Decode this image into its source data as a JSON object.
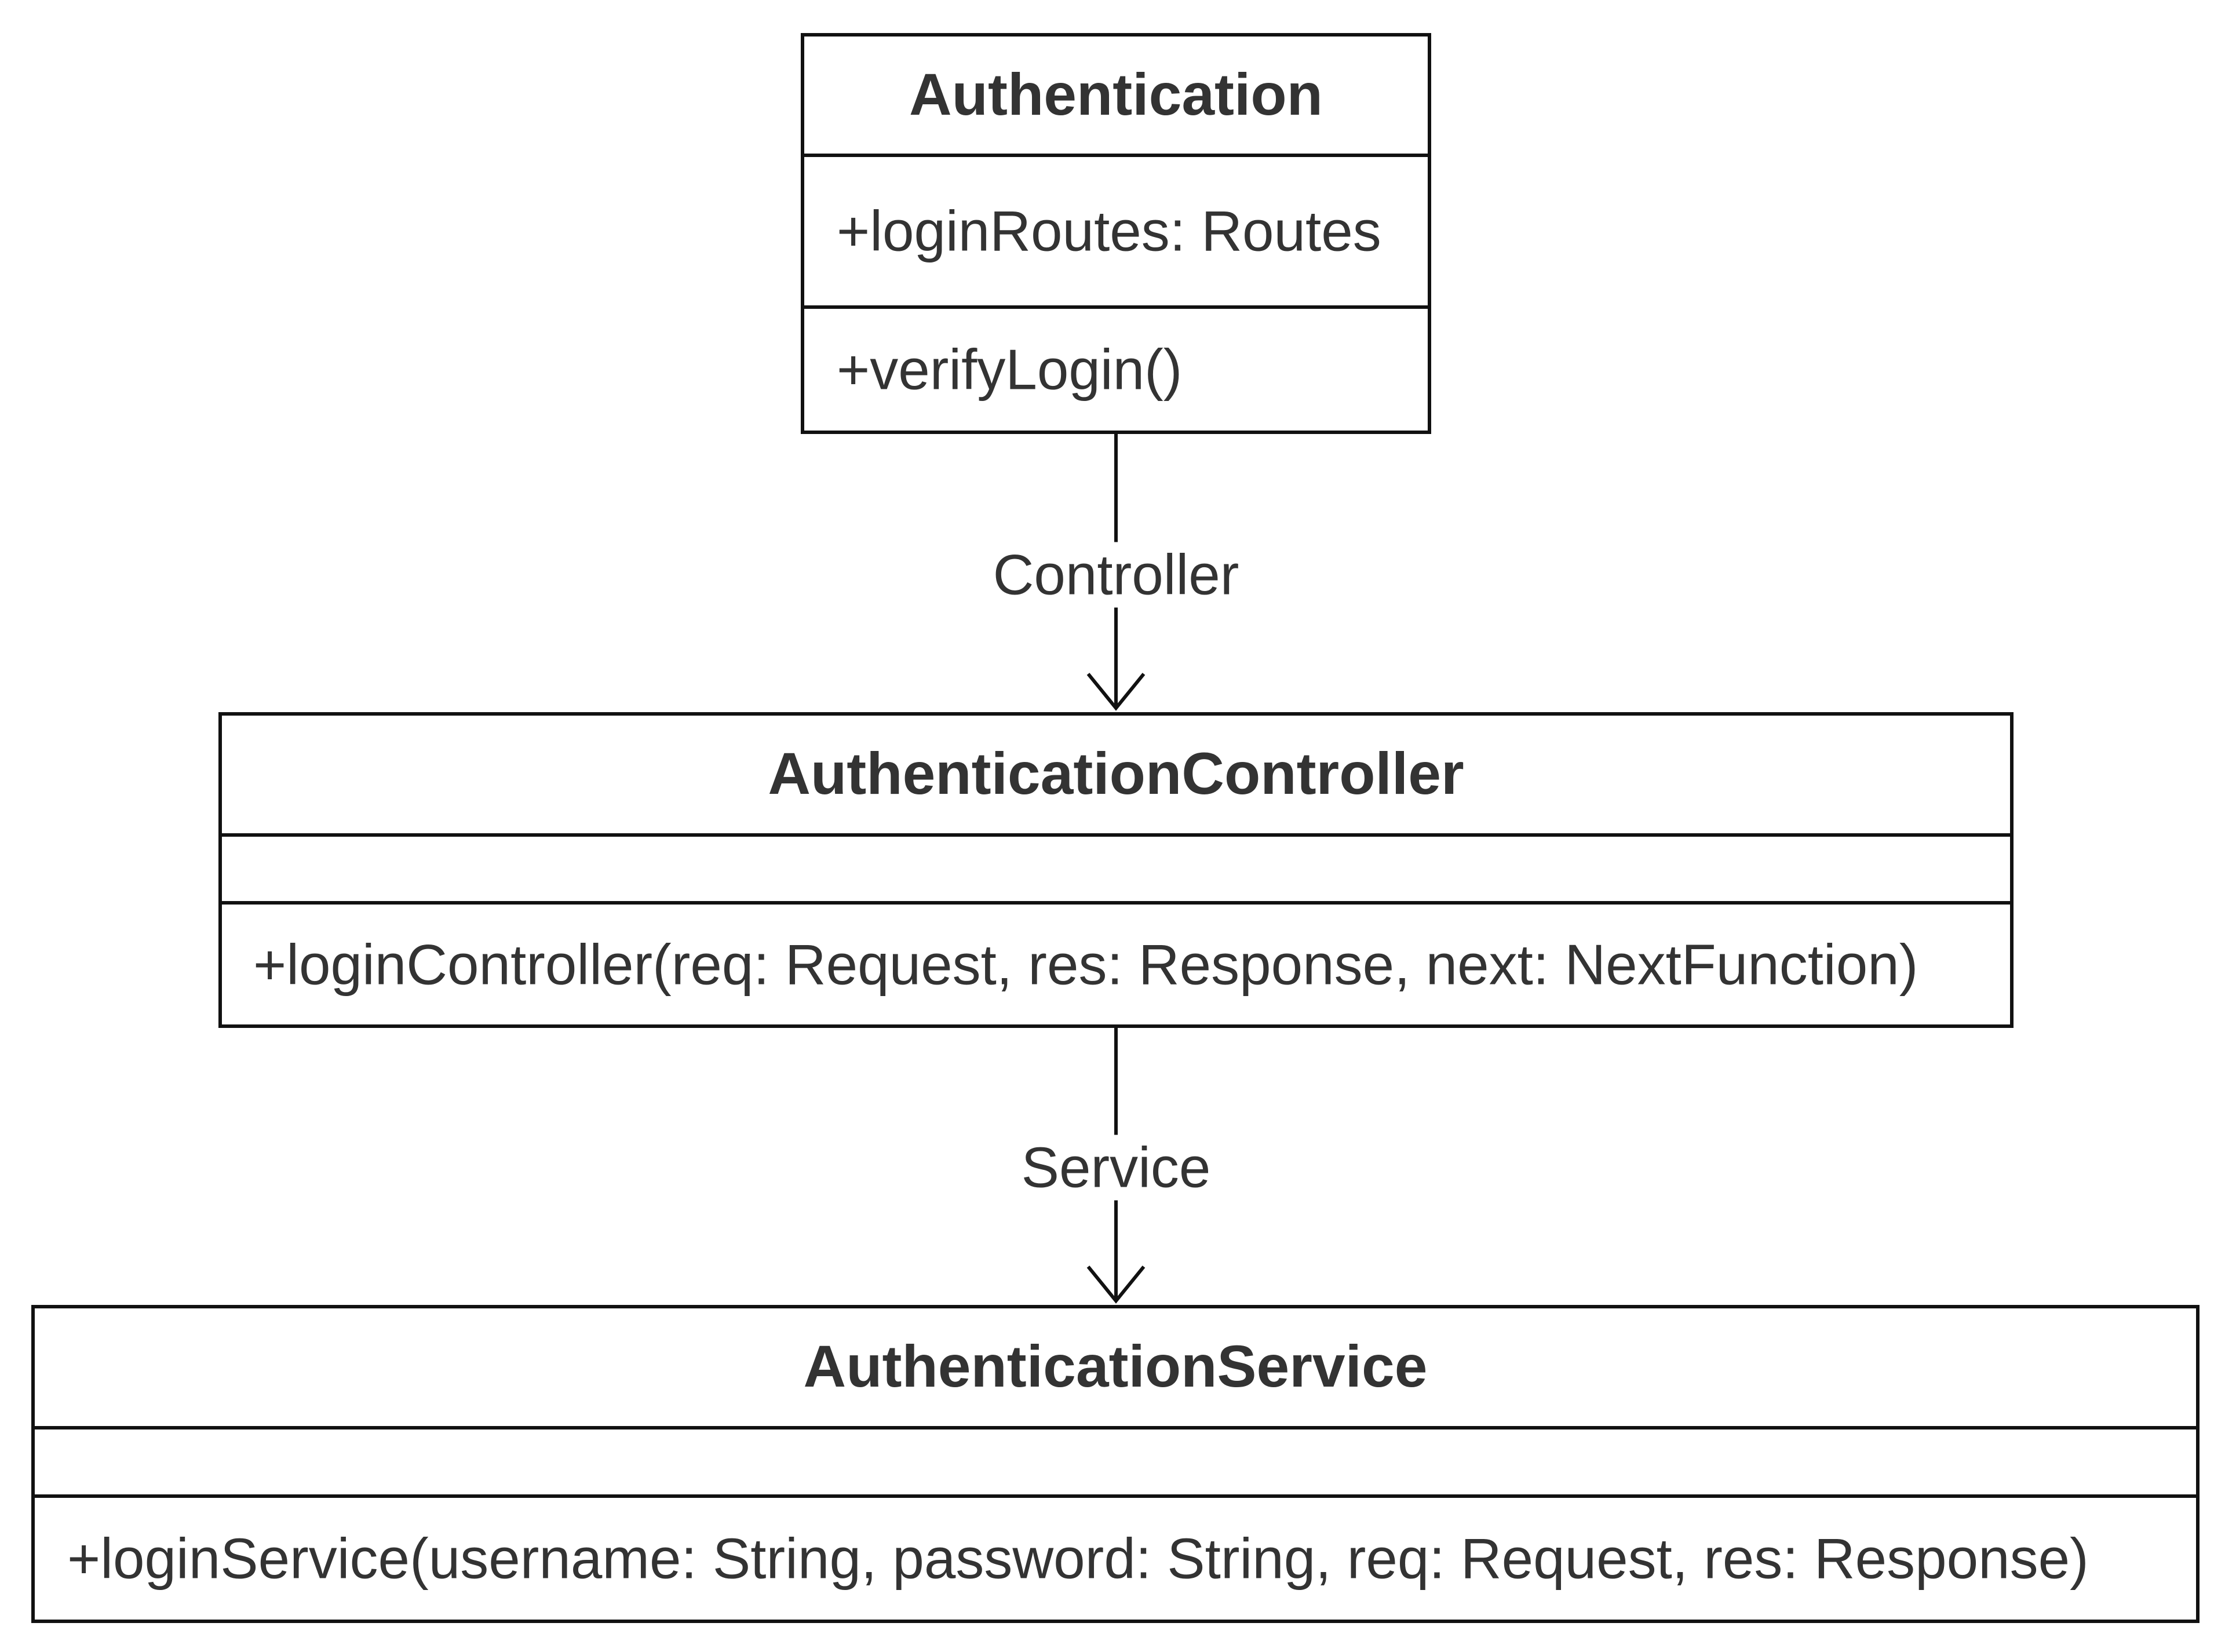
{
  "classes": {
    "authentication": {
      "name": "Authentication",
      "attributes": [
        "+loginRoutes: Routes"
      ],
      "operations": [
        "+verifyLogin()"
      ]
    },
    "controller": {
      "name": "AuthenticationController",
      "attributes": [],
      "operations": [
        "+loginController(req: Request, res: Response, next: NextFunction)"
      ]
    },
    "service": {
      "name": "AuthenticationService",
      "attributes": [],
      "operations": [
        "+loginService(username: String, password: String, req: Request, res: Response)"
      ]
    }
  },
  "edges": [
    {
      "from": "Authentication",
      "to": "AuthenticationController",
      "label": "Controller",
      "arrow": "open"
    },
    {
      "from": "AuthenticationController",
      "to": "AuthenticationService",
      "label": "Service",
      "arrow": "open"
    }
  ],
  "colors": {
    "stroke": "#111111",
    "text": "#333333",
    "background": "#ffffff"
  }
}
